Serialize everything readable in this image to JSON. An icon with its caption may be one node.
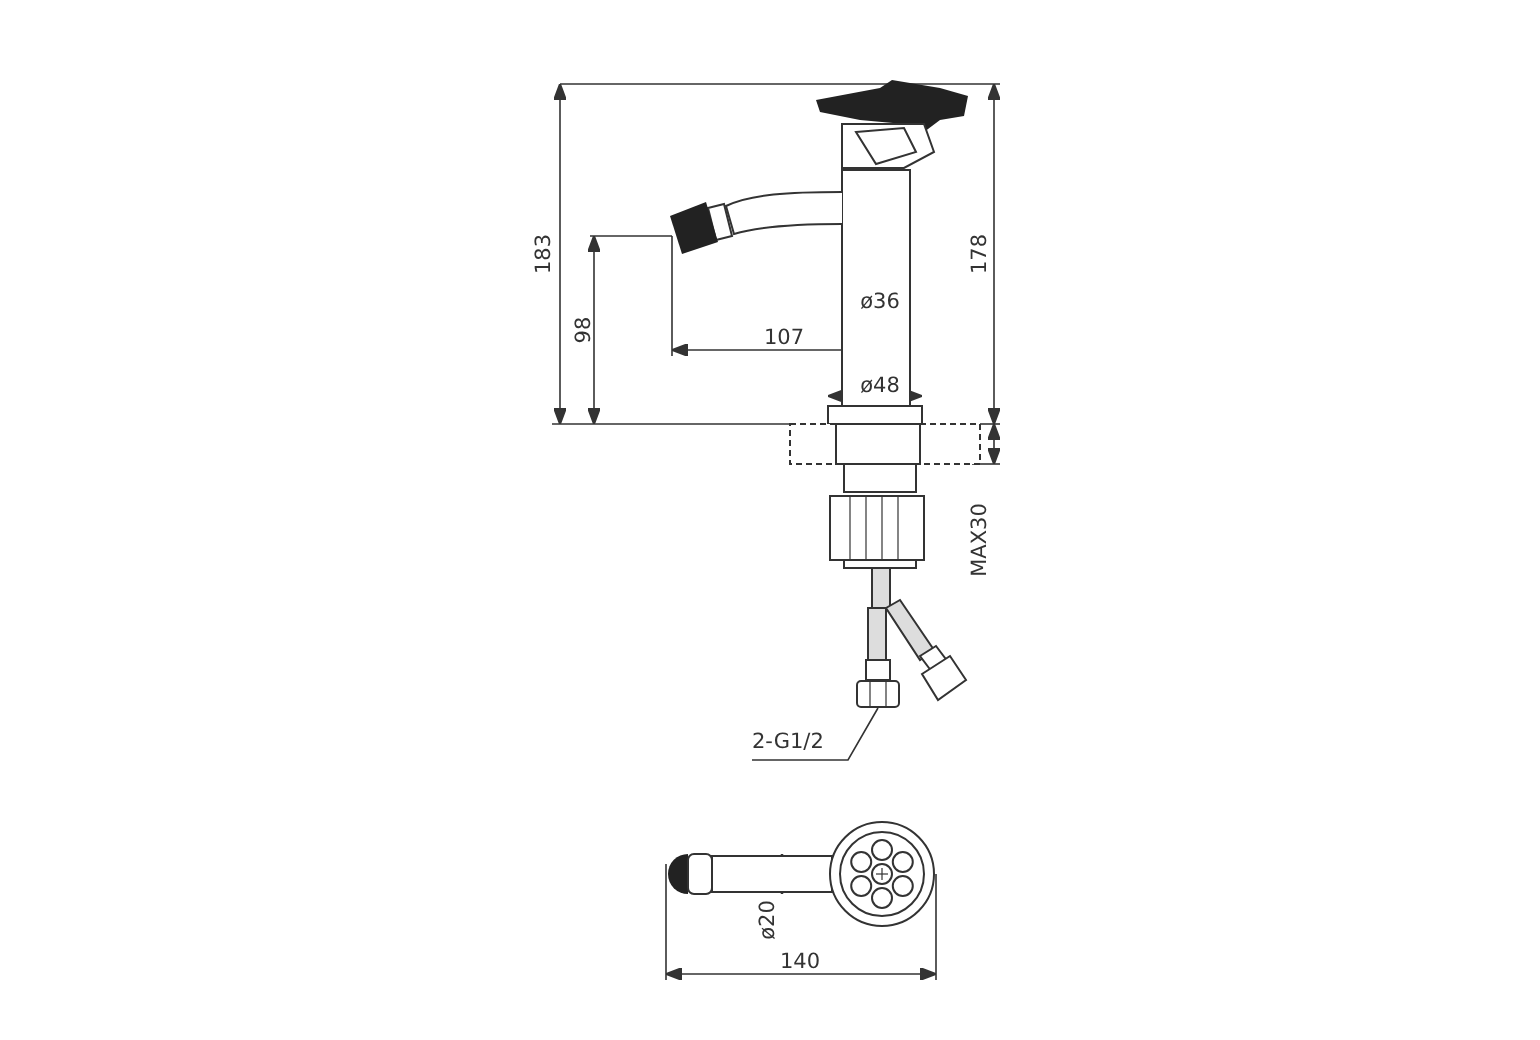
{
  "diagram": {
    "nodes": [
      {
        "text": [
          "2-G1/2"
        ]
      },
      {
        "text": [],
        "shape": "picture"
      }
    ],
    "edges": [
      {
        "from": 0,
        "to": 1,
        "arrow": "none"
      }
    ],
    "labels": [
      "183",
      "98",
      "107",
      "ø36",
      "ø48",
      "178",
      "MAX30",
      "ø20",
      "140"
    ]
  }
}
